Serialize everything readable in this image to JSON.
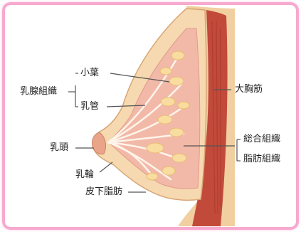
{
  "labels": {
    "mammary_tissue": "乳腺組織",
    "lobule": "小葉",
    "duct": "乳管",
    "pectoralis_major": "大胸筋",
    "nipple": "乳頭",
    "areola": "乳輪",
    "subcutaneous_fat": "皮下脂肪",
    "connective_tissue": "総合組織",
    "adipose_tissue": "脂肪組織"
  },
  "colors": {
    "frame": "#f7a9cf",
    "muscle": "#c24a3a",
    "skin": "#f6d9b0",
    "gland": "#f2b9a8",
    "lobule": "#f8dca0"
  }
}
